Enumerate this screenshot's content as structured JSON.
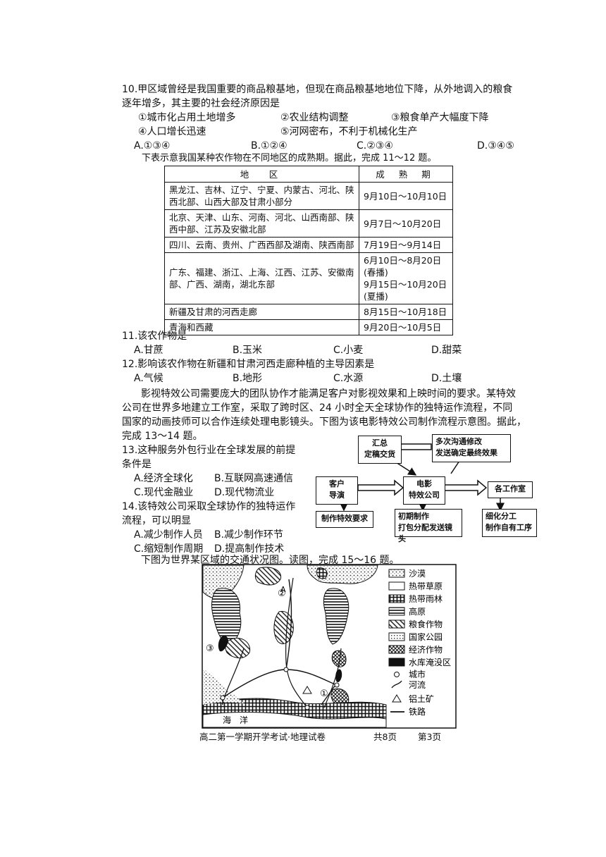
{
  "q10": {
    "stem_line1": "10.甲区域曾经是我国重要的商品粮基地，但现在商品粮基地地位下降，从外地调入的粮食",
    "stem_line2": "逐年增多，其主要的社会经济原因是",
    "opt1": "①城市化占用土地增多",
    "opt2": "②农业结构调整",
    "opt3": "③粮食单产大幅度下降",
    "opt4": "④人口增长迅速",
    "opt5": "⑤河网密布，不利于机械化生产",
    "choiceA": "A.①③④",
    "choiceB": "B.①②④",
    "choiceC": "C.②③④",
    "choiceD": "D.③④⑤"
  },
  "table_intro": "下表示意我国某种农作物在不同地区的成熟期。据此，完成 11～12 题。",
  "table": {
    "headers": [
      "地　区",
      "成 熟 期"
    ],
    "rows": [
      {
        "region": "黑龙江、吉林、辽宁、宁夏、内蒙古、河北、陕西北部、山西大部及甘肃小部分",
        "period": "9月10日～10月10日"
      },
      {
        "region": "北京、天津、山东、河南、河北、山西南部、陕西中部、江苏及安徽北部",
        "period": "9月7日～10月20日"
      },
      {
        "region": "四川、云南、贵州、广西西部及湖南、陕西南部",
        "period": "7月19日～9月14日"
      },
      {
        "region": "广东、福建、浙江、上海、江西、江苏、安徽南部、广西、湖南，湖北东部",
        "period": "6月10日～8月20日(春播)",
        "period2": "9月15日～10月20日(夏播)"
      },
      {
        "region": "新疆及甘肃的河西走廊",
        "period": "8月15日～10月18日"
      },
      {
        "region": "青海和西藏",
        "period": "9月20日～10月5日"
      }
    ]
  },
  "q11": {
    "stem": "11.该农作物是",
    "A": "A.甘蔗",
    "B": "B.玉米",
    "C": "C.小麦",
    "D": "D.甜菜"
  },
  "q12": {
    "stem": "12.影响该农作物在新疆和甘肃河西走廊种植的主导因素是",
    "A": "A.气候",
    "B": "B.地形",
    "C": "C.水源",
    "D": "D.土壤"
  },
  "passage": {
    "line1": "影视特效公司需要庞大的团队协作才能满足客户对影视效果和上映时间的要求。某特效",
    "line2": "公司在世界多地建立工作室，采取了跨时区、24 小时全天全球协作的独特运作流程，不同",
    "line3": "国家的动画技师可以合作连续处理电影镜头。下图为该电影特效公司制作流程示意图。据此，",
    "line4": "完成 13～14 题。"
  },
  "q13": {
    "stem1": "13.这种服务外包行业在全球发展的前提",
    "stem2": "条件是",
    "A": "A.经济全球化",
    "B": "B.互联网高速通信",
    "C": "C.现代金融业",
    "D": "D.现代物流业"
  },
  "q14": {
    "stem1": "14.该特效公司采取全球协作的独特运作",
    "stem2": "流程，可以明显",
    "A": "A.减少制作人员",
    "B": "B.减少制作环节",
    "C": "C.缩短制作周期",
    "D": "D.提高制作技术"
  },
  "flow": {
    "summary1": "汇总",
    "summary2": "定稿交货",
    "comm1": "多次沟通修改",
    "comm2": "发送确定最终效果",
    "client1": "客户",
    "client2": "导演",
    "company1": "电影",
    "company2": "特效公司",
    "studios": "各工作室",
    "req": "制作特效要求",
    "init1": "初期制作",
    "init2": "打包分配发送镜头",
    "detail1": "细化分工",
    "detail2": "制作自有工序"
  },
  "map_intro": "下图为世界某区域的交通状况图。读图，完成 15～16 题。",
  "map": {
    "label_ocean": "海　洋",
    "label_A": "A",
    "marker1": "①",
    "marker2": "②",
    "marker3": "③",
    "legend": [
      {
        "label": "沙漠",
        "icon": "desert-swatch"
      },
      {
        "label": "热带草原",
        "icon": "savanna-swatch"
      },
      {
        "label": "热带雨林",
        "icon": "rainforest-swatch"
      },
      {
        "label": "高原",
        "icon": "plateau-swatch"
      },
      {
        "label": "粮食作物",
        "icon": "food-crop-swatch"
      },
      {
        "label": "国家公园",
        "icon": "national-park-swatch"
      },
      {
        "label": "经济作物",
        "icon": "cash-crop-swatch"
      },
      {
        "label": "水库淹没区",
        "icon": "reservoir-swatch"
      },
      {
        "label": "城市",
        "icon": "city-circle-icon"
      },
      {
        "label": "河流",
        "icon": "river-line-icon"
      },
      {
        "label": "铝土矿",
        "icon": "bauxite-triangle-icon"
      },
      {
        "label": "铁路",
        "icon": "railway-line-icon"
      }
    ]
  },
  "footer": {
    "title": "高二第一学期开学考试·地理试卷",
    "pages": "共8页",
    "current": "第3页"
  }
}
